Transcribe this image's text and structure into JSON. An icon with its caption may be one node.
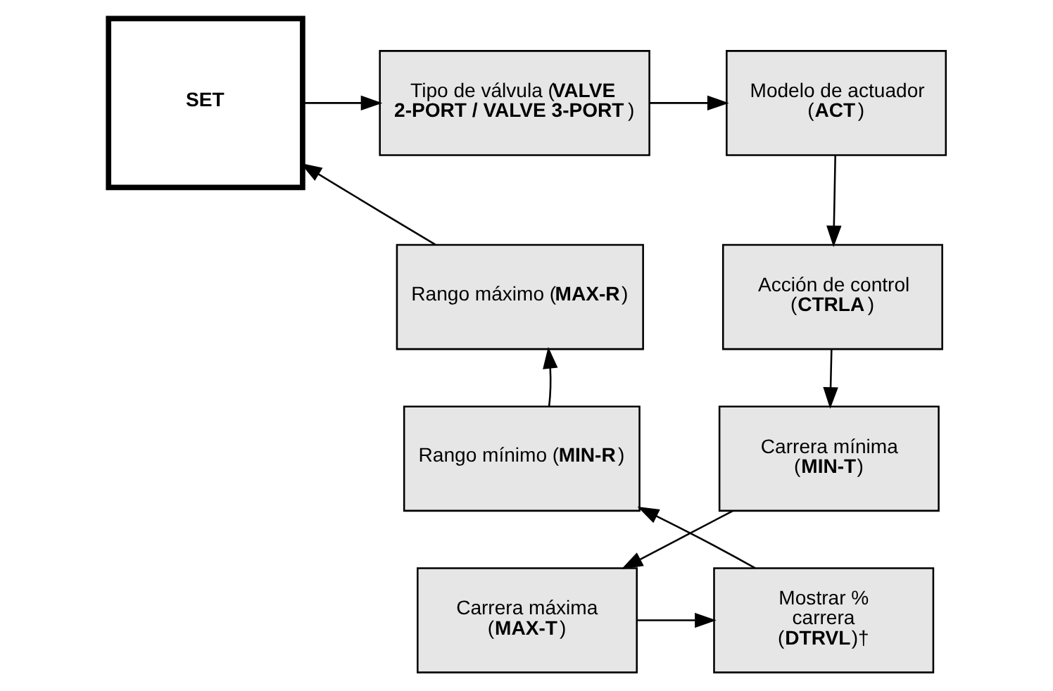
{
  "diagram": {
    "nodes": [
      {
        "text": [
          "SET"
        ]
      },
      {
        "text": [
          "Tipo de válvula (**VALVE 2-PORT / VALVE 3-PORT**)"
        ]
      },
      {
        "text": [
          "Modelo de actuador (**ACT**)"
        ]
      },
      {
        "text": [
          "Acción de control (**CTRLA**)"
        ]
      },
      {
        "text": [
          "Carrera mínima (**MIN-T**)"
        ]
      },
      {
        "text": [
          "Carrera máxima (**MAX-T**)"
        ]
      },
      {
        "text": [
          "Mostrar % carrera (**DTRVL**)†"
        ]
      },
      {
        "text": [
          "Rango mínimo (**MIN-R**)"
        ]
      },
      {
        "text": [
          "Rango máximo (**MAX-R**)"
        ]
      }
    ],
    "edges": [
      {
        "from": 0,
        "to": 1,
        "arrow": "to"
      },
      {
        "from": 1,
        "to": 2,
        "arrow": "to"
      },
      {
        "from": 2,
        "to": 3,
        "arrow": "to"
      },
      {
        "from": 3,
        "to": 4,
        "arrow": "to"
      },
      {
        "from": 4,
        "to": 5,
        "arrow": "to"
      },
      {
        "from": 5,
        "to": 6,
        "arrow": "to"
      },
      {
        "from": 6,
        "to": 7,
        "arrow": "to"
      },
      {
        "from": 7,
        "to": 8,
        "arrow": "to"
      },
      {
        "from": 8,
        "to": 0,
        "arrow": "to"
      }
    ]
  }
}
